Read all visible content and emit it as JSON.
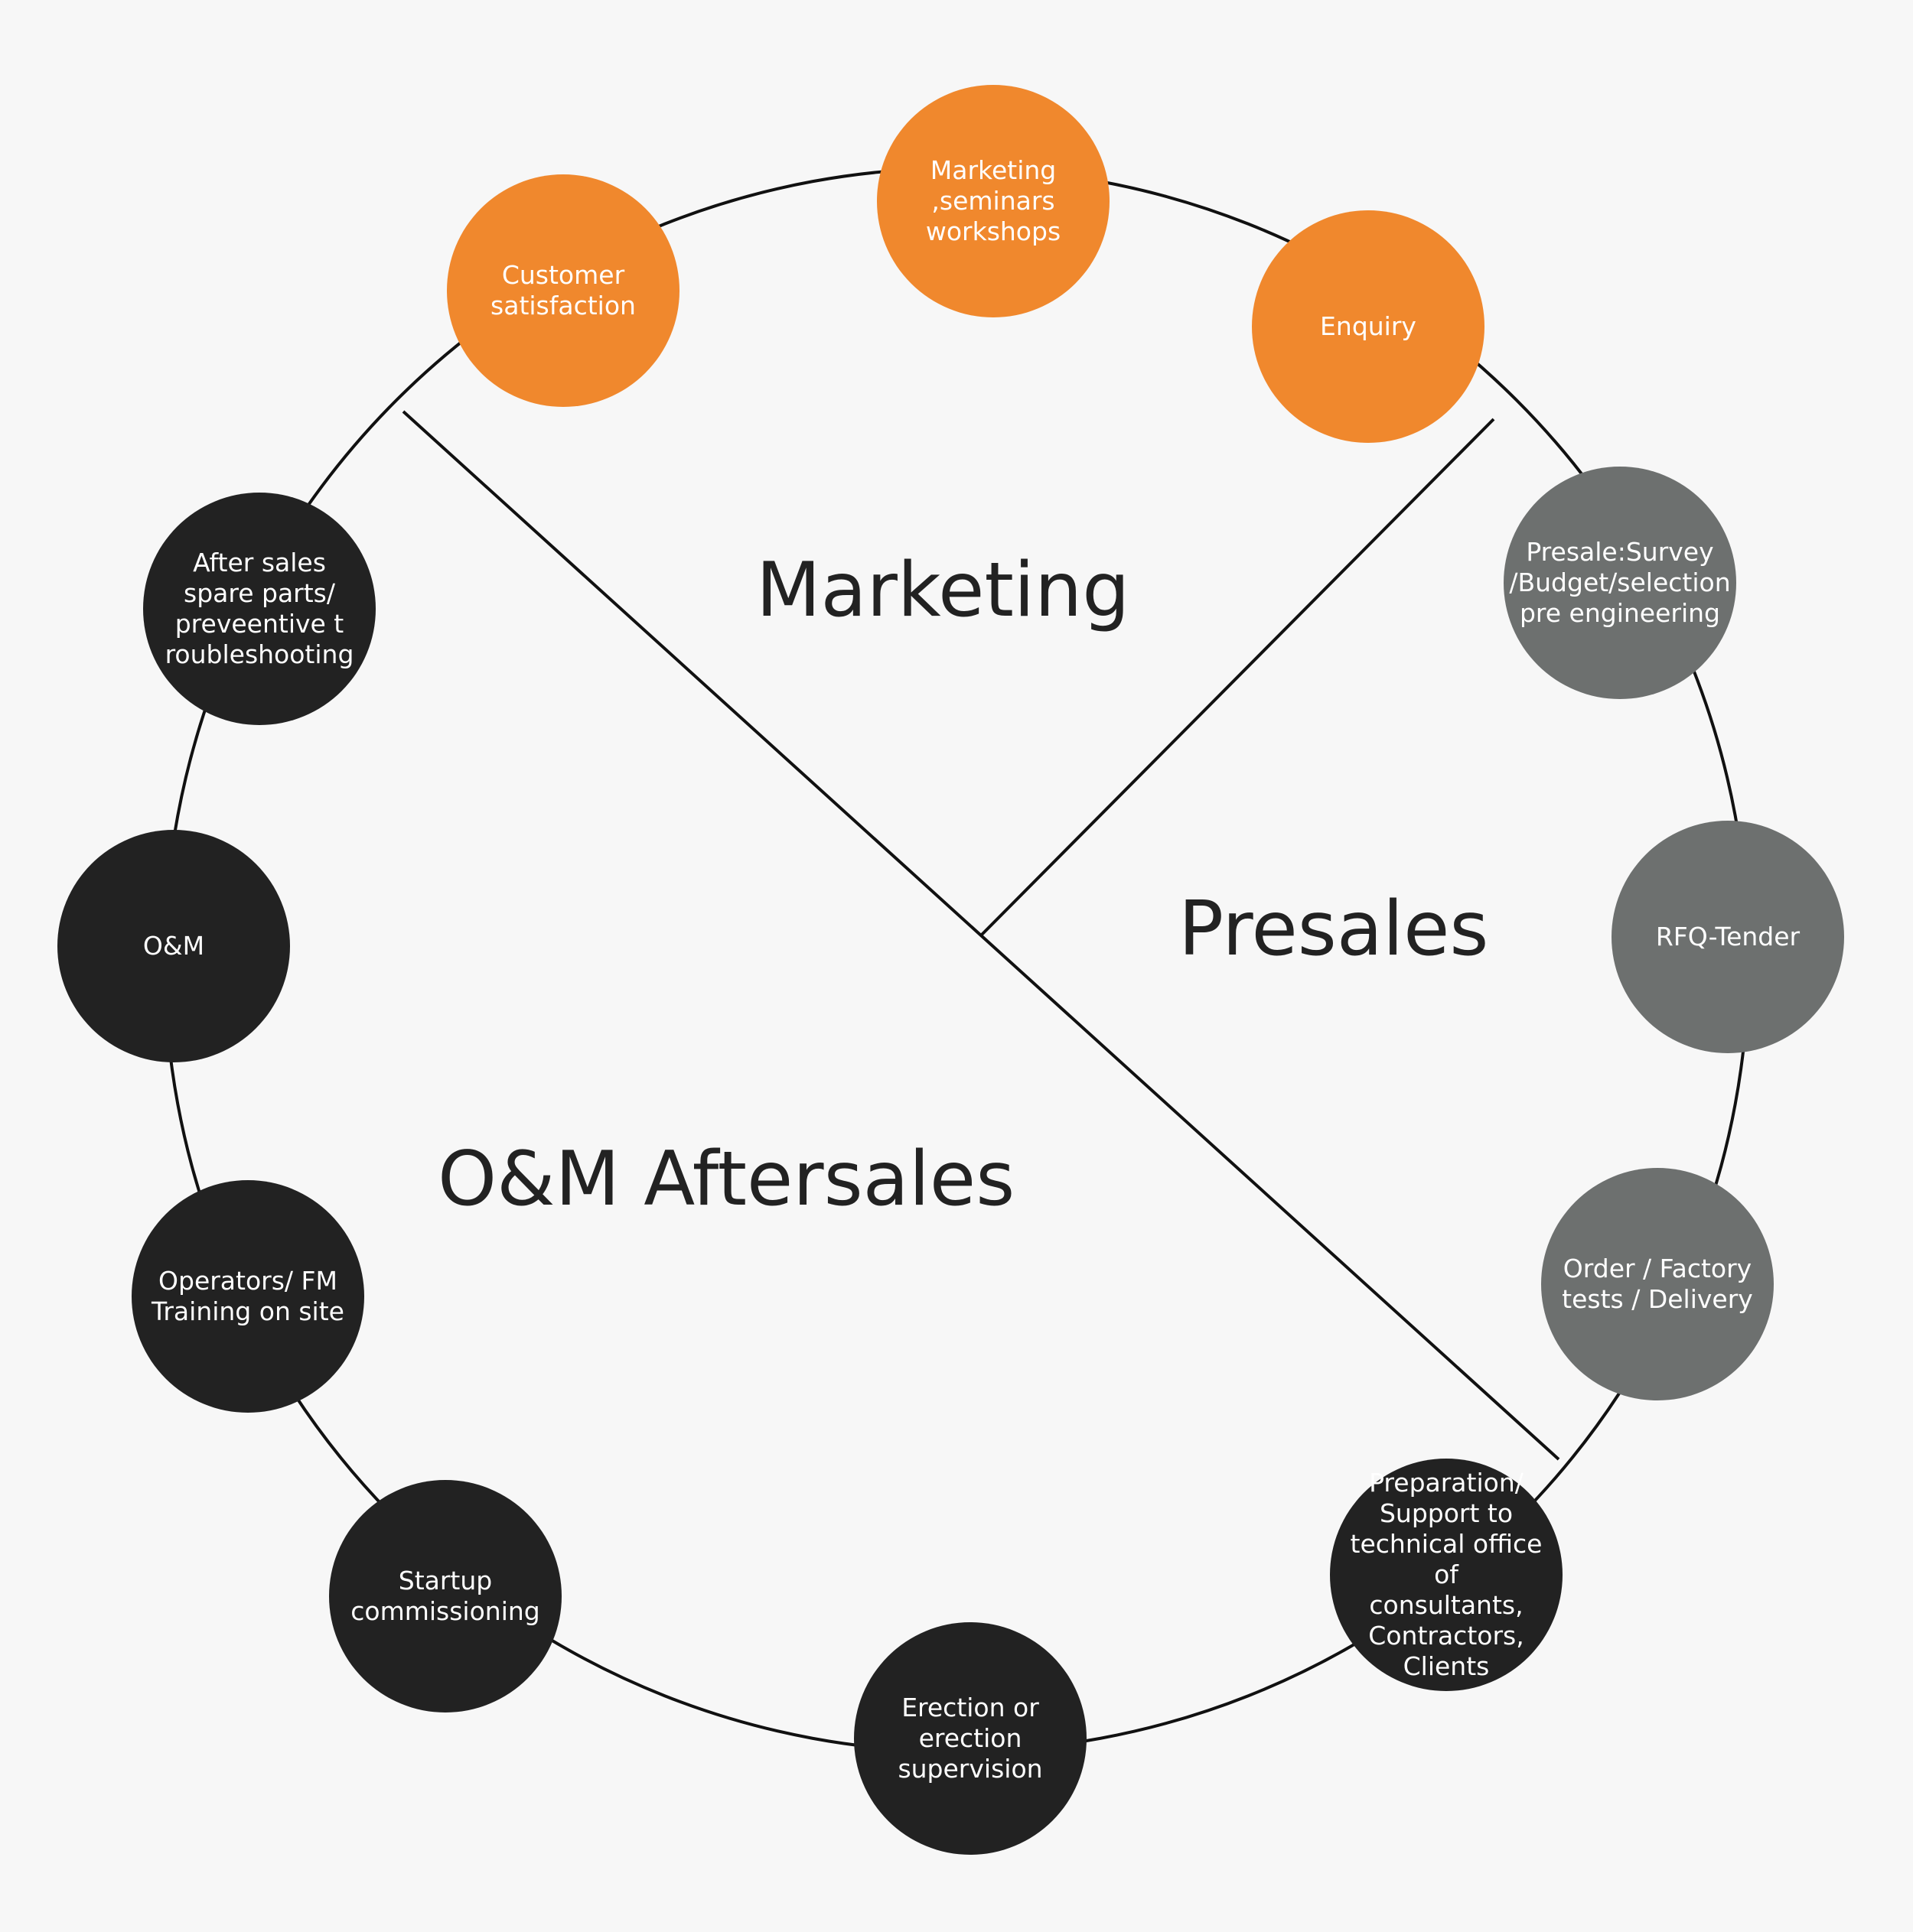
{
  "colors": {
    "background": "#f7f7f7",
    "marketing": "#f0882d",
    "presales": "#6d706f",
    "aftersales": "#222222",
    "line": "#111111",
    "label": "#222222"
  },
  "sections": {
    "marketing": "Marketing",
    "presales": "Presales",
    "aftersales": "O&M Aftersales"
  },
  "nodes": [
    {
      "id": "marketing-seminars",
      "text": "Marketing\n,seminars\nworkshops",
      "group": "marketing"
    },
    {
      "id": "enquiry",
      "text": "Enquiry",
      "group": "marketing"
    },
    {
      "id": "presale-survey",
      "text": "Presale:Survey\n/Budget/selection\npre engineering",
      "group": "presales"
    },
    {
      "id": "rfq-tender",
      "text": "RFQ-Tender",
      "group": "presales"
    },
    {
      "id": "order-factory",
      "text": "Order / Factory\ntests / Delivery",
      "group": "presales"
    },
    {
      "id": "preparation-support",
      "text": "Preparation/\nSupport to\ntechnical office of\nconsultants,\nContractors,\nClients",
      "group": "aftersales"
    },
    {
      "id": "erection",
      "text": "Erection or\nerection\nsupervision",
      "group": "aftersales"
    },
    {
      "id": "startup",
      "text": "Startup\ncommissioning",
      "group": "aftersales"
    },
    {
      "id": "operators-training",
      "text": "Operators/ FM\nTraining on site",
      "group": "aftersales"
    },
    {
      "id": "om",
      "text": "O&M",
      "group": "aftersales"
    },
    {
      "id": "after-sales",
      "text": "After sales\nspare parts/\npreveentive t\nroubleshooting",
      "group": "aftersales"
    },
    {
      "id": "customer-satisfaction",
      "text": "Customer\nsatisfaction",
      "group": "marketing"
    }
  ]
}
